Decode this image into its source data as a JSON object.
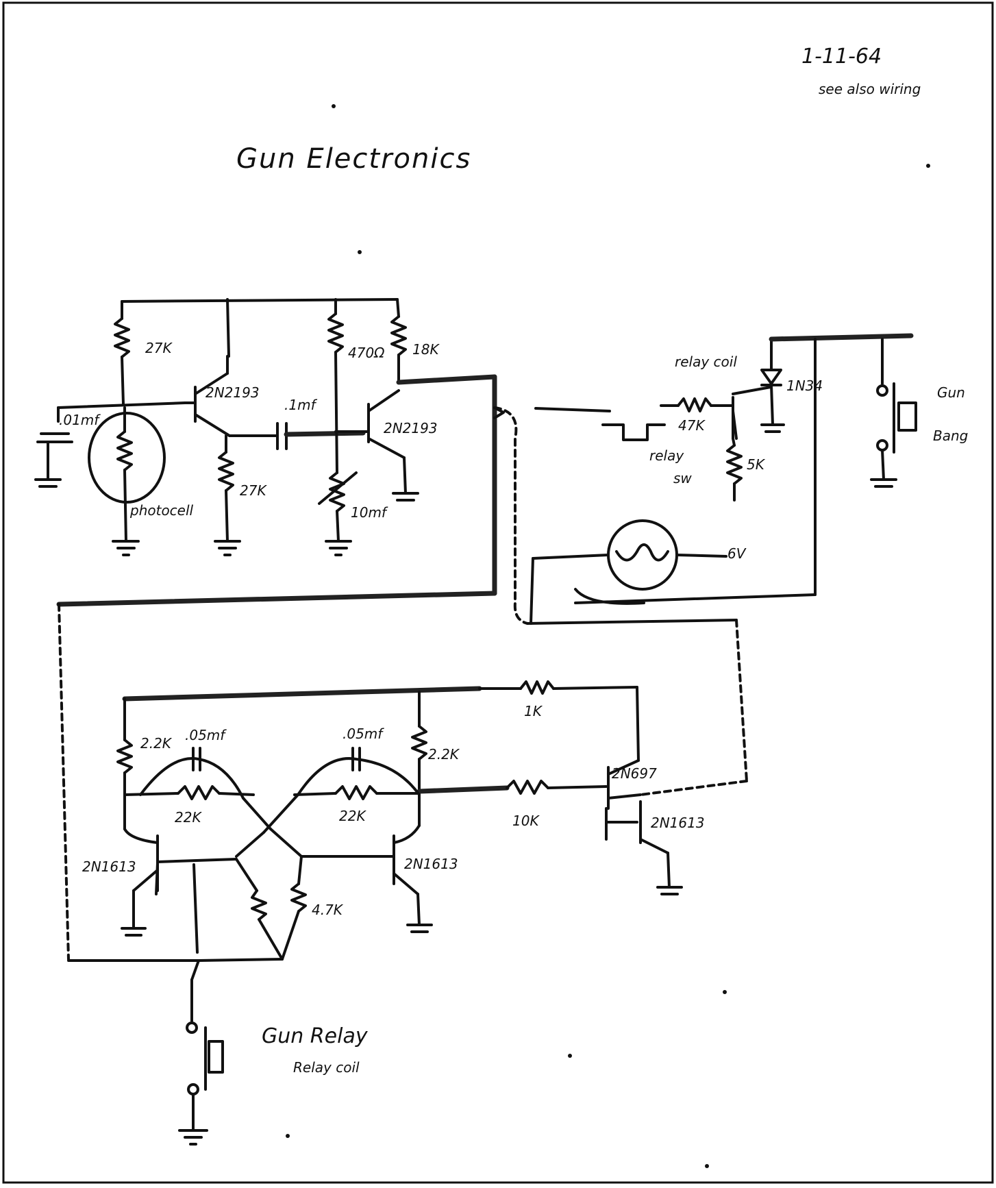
{
  "header": {
    "date": "1-11-64",
    "note": "see also wiring"
  },
  "title": "Gun Electronics",
  "footer_label": {
    "line1": "Gun Relay",
    "line2": "Relay coil"
  },
  "labels": {
    "r_top1": "27K",
    "q1": "2N2193",
    "cap1": ".1mf",
    "r_top2": "470Ω",
    "r_top3": "18K",
    "q2": "2N2193",
    "r_mid1": "27K",
    "pot": "10mf",
    "photo": "photocell",
    "cap_in": ".01mf",
    "relay_label": "relay coil",
    "r_mid2": "47K",
    "relay_box": "relay",
    "sw": "sw",
    "r_bias": "5K",
    "diode": "1N34",
    "spk1": "Gun",
    "spk2": "Bang",
    "lamp": "6V",
    "r_fb": "1K",
    "r_ml": "2.2K",
    "c_ml": ".05mf",
    "c_mr": ".05mf",
    "r_mr": "2.2K",
    "r_b1": "22K",
    "r_b2": "22K",
    "q_tr": "2N697",
    "r_in": "10K",
    "q_br": "2N1613",
    "q_bl": "2N1613",
    "q_bm": "2N1613",
    "r_e": "4.7K"
  }
}
